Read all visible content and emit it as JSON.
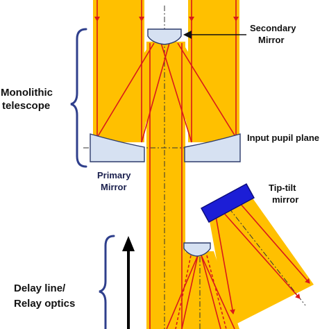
{
  "labels": {
    "secondary_mirror": [
      "Secondary",
      "Mirror"
    ],
    "monolithic_telescope": [
      "Monolithic",
      "telescope"
    ],
    "input_pupil_plane": "Input pupil plane",
    "primary_mirror": [
      "Primary",
      "Mirror"
    ],
    "tip_tilt_mirror": [
      "Tip-tilt",
      "mirror"
    ],
    "delay_line": [
      "Delay line/",
      "Relay optics"
    ]
  },
  "colors": {
    "beam_fill": "#ffc000",
    "ray": "#d9191a",
    "mirror_fill": "#d6e1f2",
    "mirror_stroke": "#2d3b6b",
    "tip_tilt": "#1c1ed6",
    "brace": "#2f3f8c",
    "axis": "#333333",
    "text": "#1a1f4d"
  },
  "icons": {
    "arrow_to_secondary": "arrow-left-icon",
    "delay_direction": "arrow-up-icon",
    "brace": "curly-brace-icon"
  }
}
